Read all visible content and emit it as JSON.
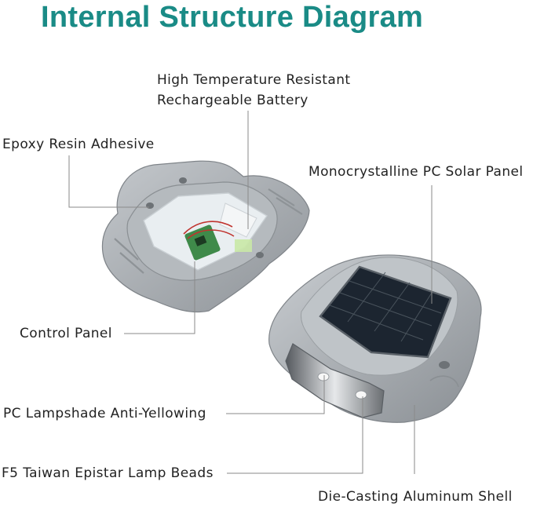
{
  "title": "Internal Structure Diagram",
  "labels": {
    "battery": [
      "High Temperature Resistant",
      "Rechargeable Battery"
    ],
    "epoxy": "Epoxy Resin Adhesive",
    "solar": "Monocrystalline PC Solar Panel",
    "control": "Control Panel",
    "lampshade": "PC Lampshade Anti-Yellowing",
    "beads": "F5 Taiwan Epistar Lamp Beads",
    "shell": "Die-Casting Aluminum Shell"
  },
  "colors": {
    "title": "#1a8b86",
    "leader": "#8a8a8a",
    "shell": "#a9aeb2",
    "solar": "#1c2530",
    "circuit": "#3f8a4a"
  }
}
